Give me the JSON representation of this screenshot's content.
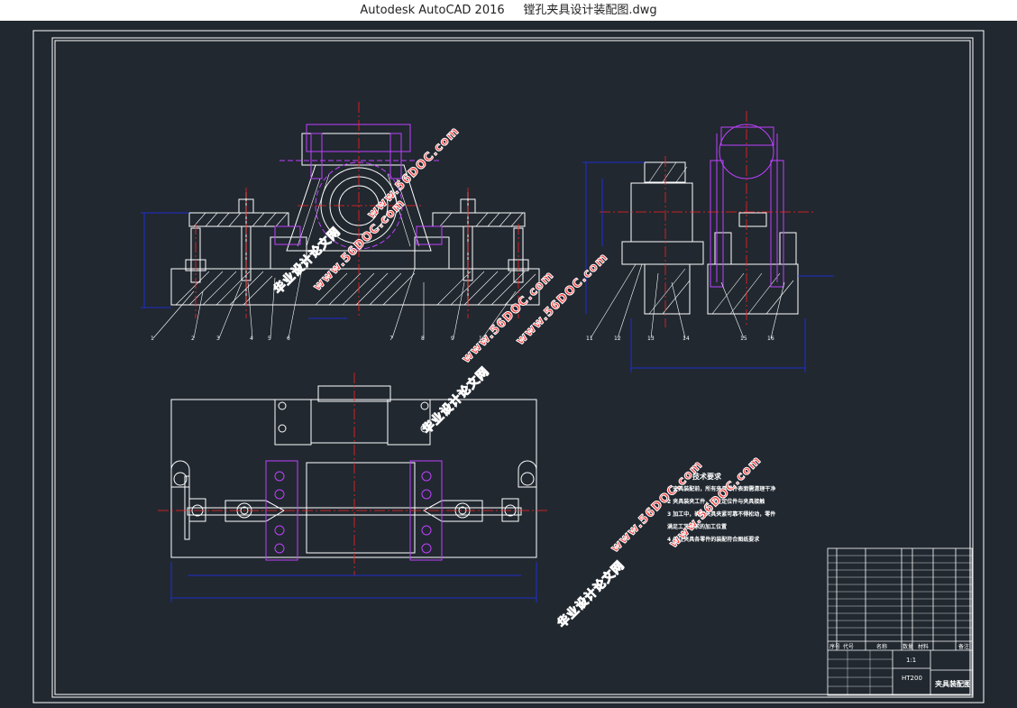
{
  "window": {
    "app_title": "Autodesk AutoCAD 2016",
    "file_name": "镗孔夹具设计装配图.dwg"
  },
  "drawing": {
    "tech_req_title": "技术要求",
    "tech_req_lines": [
      "1 夹具装配前，所有夹具零件表面需清理干净",
      "2 夹具装夹工件，保证定位件与夹具接触",
      "3 加工中，确保夹具夹紧可靠不得松动，零件",
      "   满足工艺要求的加工位置",
      "4 保证夹具各零件的装配符合图纸要求"
    ],
    "balloons": [
      "1",
      "2",
      "3",
      "4",
      "5",
      "6",
      "7",
      "8",
      "9",
      "10",
      "11",
      "12",
      "13",
      "14",
      "15",
      "16"
    ],
    "title_block": {
      "header_cols": [
        "序号",
        "代号",
        "名称",
        "数量",
        "材料",
        "备注"
      ],
      "scale": "1:1",
      "drawing_name": "夹具装配图",
      "code": "HT200"
    }
  },
  "watermarks": [
    "华业设计论文网",
    "www.56DOC.com"
  ],
  "colors": {
    "background": "#212830",
    "lines": "#ffffff",
    "centerline": "#ff2020",
    "hidden": "#c040ff",
    "dimension": "#2030ff",
    "watermark": "#ff3a3a"
  }
}
